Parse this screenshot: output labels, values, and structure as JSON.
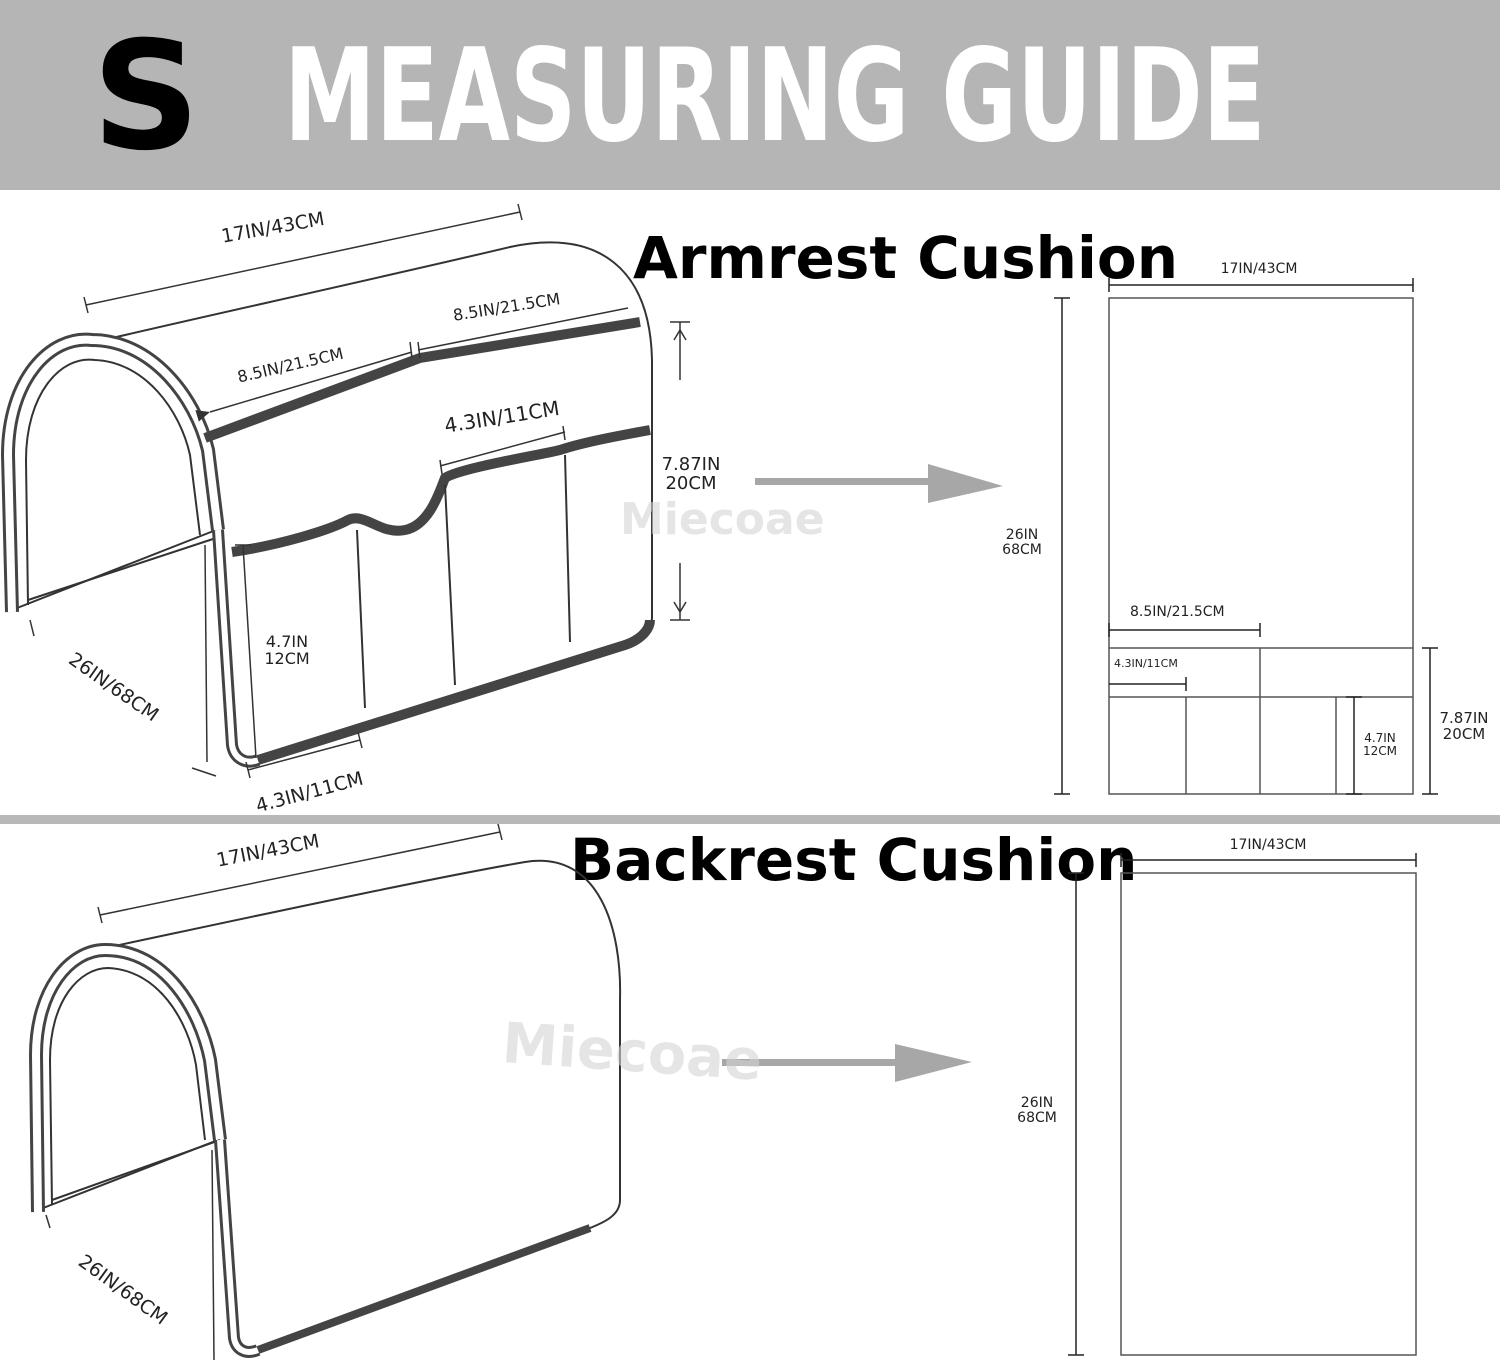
{
  "header": {
    "size": "S",
    "title": "MEASURING GUIDE"
  },
  "watermark": "Miecoae",
  "armrest": {
    "title": "Armrest Cushion",
    "sketch": {
      "length": "17IN/43CM",
      "half_right": "8.5IN/21.5CM",
      "half_left": "8.5IN/21.5CM",
      "pocket_width": "4.3IN/11CM",
      "pocket_height_in": "7.87IN",
      "pocket_height_cm": "20CM",
      "small_pocket_in": "4.7IN",
      "small_pocket_cm": "12CM",
      "drop": "26IN/68CM",
      "bottom_pocket_width": "4.3IN/11CM"
    },
    "flat": {
      "width": "17IN/43CM",
      "height_in": "26IN",
      "height_cm": "68CM",
      "half_width": "8.5IN/21.5CM",
      "pocket_width": "4.3IN/11CM",
      "small_pocket_in": "4.7IN",
      "small_pocket_cm": "12CM",
      "pocket_height_in": "7.87IN",
      "pocket_height_cm": "20CM"
    }
  },
  "backrest": {
    "title": "Backrest Cushion",
    "sketch": {
      "length": "17IN/43CM",
      "drop": "26IN/68CM"
    },
    "flat": {
      "width": "17IN/43CM",
      "height_in": "26IN",
      "height_cm": "68CM"
    }
  }
}
